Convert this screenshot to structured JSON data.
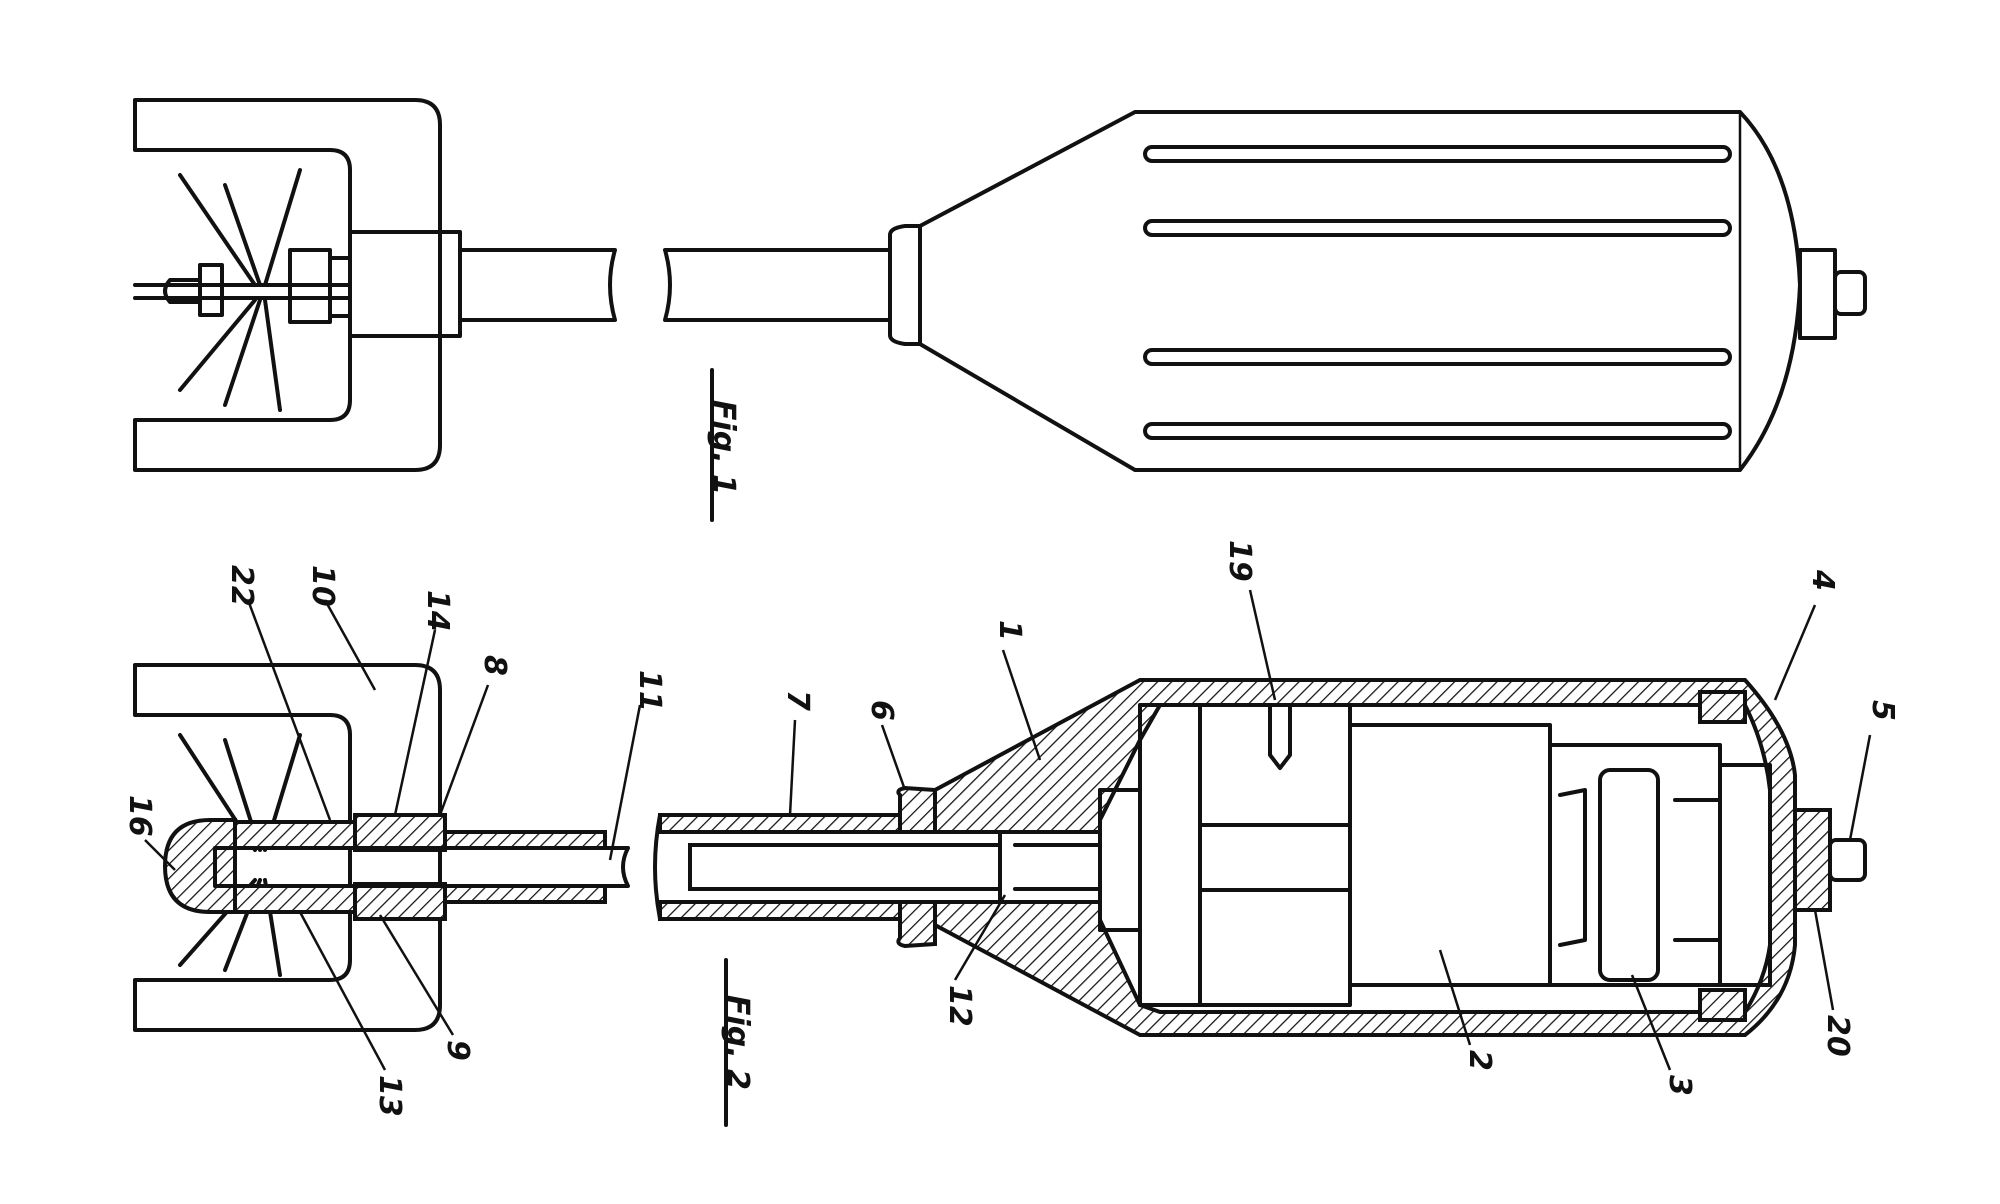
{
  "figures": {
    "fig1": {
      "caption": "Fig. 1"
    },
    "fig2": {
      "caption": "Fig. 2"
    }
  },
  "labels": {
    "n1": "1",
    "n2": "2",
    "n3": "3",
    "n4": "4",
    "n5": "5",
    "n6": "6",
    "n7": "7",
    "n8": "8",
    "n9": "9",
    "n10": "10",
    "n11": "11",
    "n12": "12",
    "n13": "13",
    "n14": "14",
    "n16": "16",
    "n19": "19",
    "n20": "20",
    "n22": "22"
  }
}
